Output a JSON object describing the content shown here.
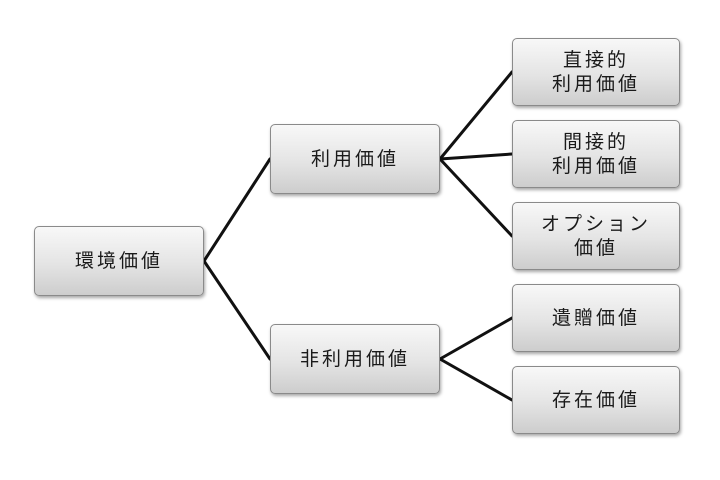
{
  "diagram": {
    "root": "環境価値",
    "use_value": "利用価値",
    "non_use_value": "非利用価値",
    "direct_use": "直接的\n利用価値",
    "indirect_use": "間接的\n利用価値",
    "option": "オプション\n価値",
    "bequest": "遺贈価値",
    "existence": "存在価値"
  }
}
